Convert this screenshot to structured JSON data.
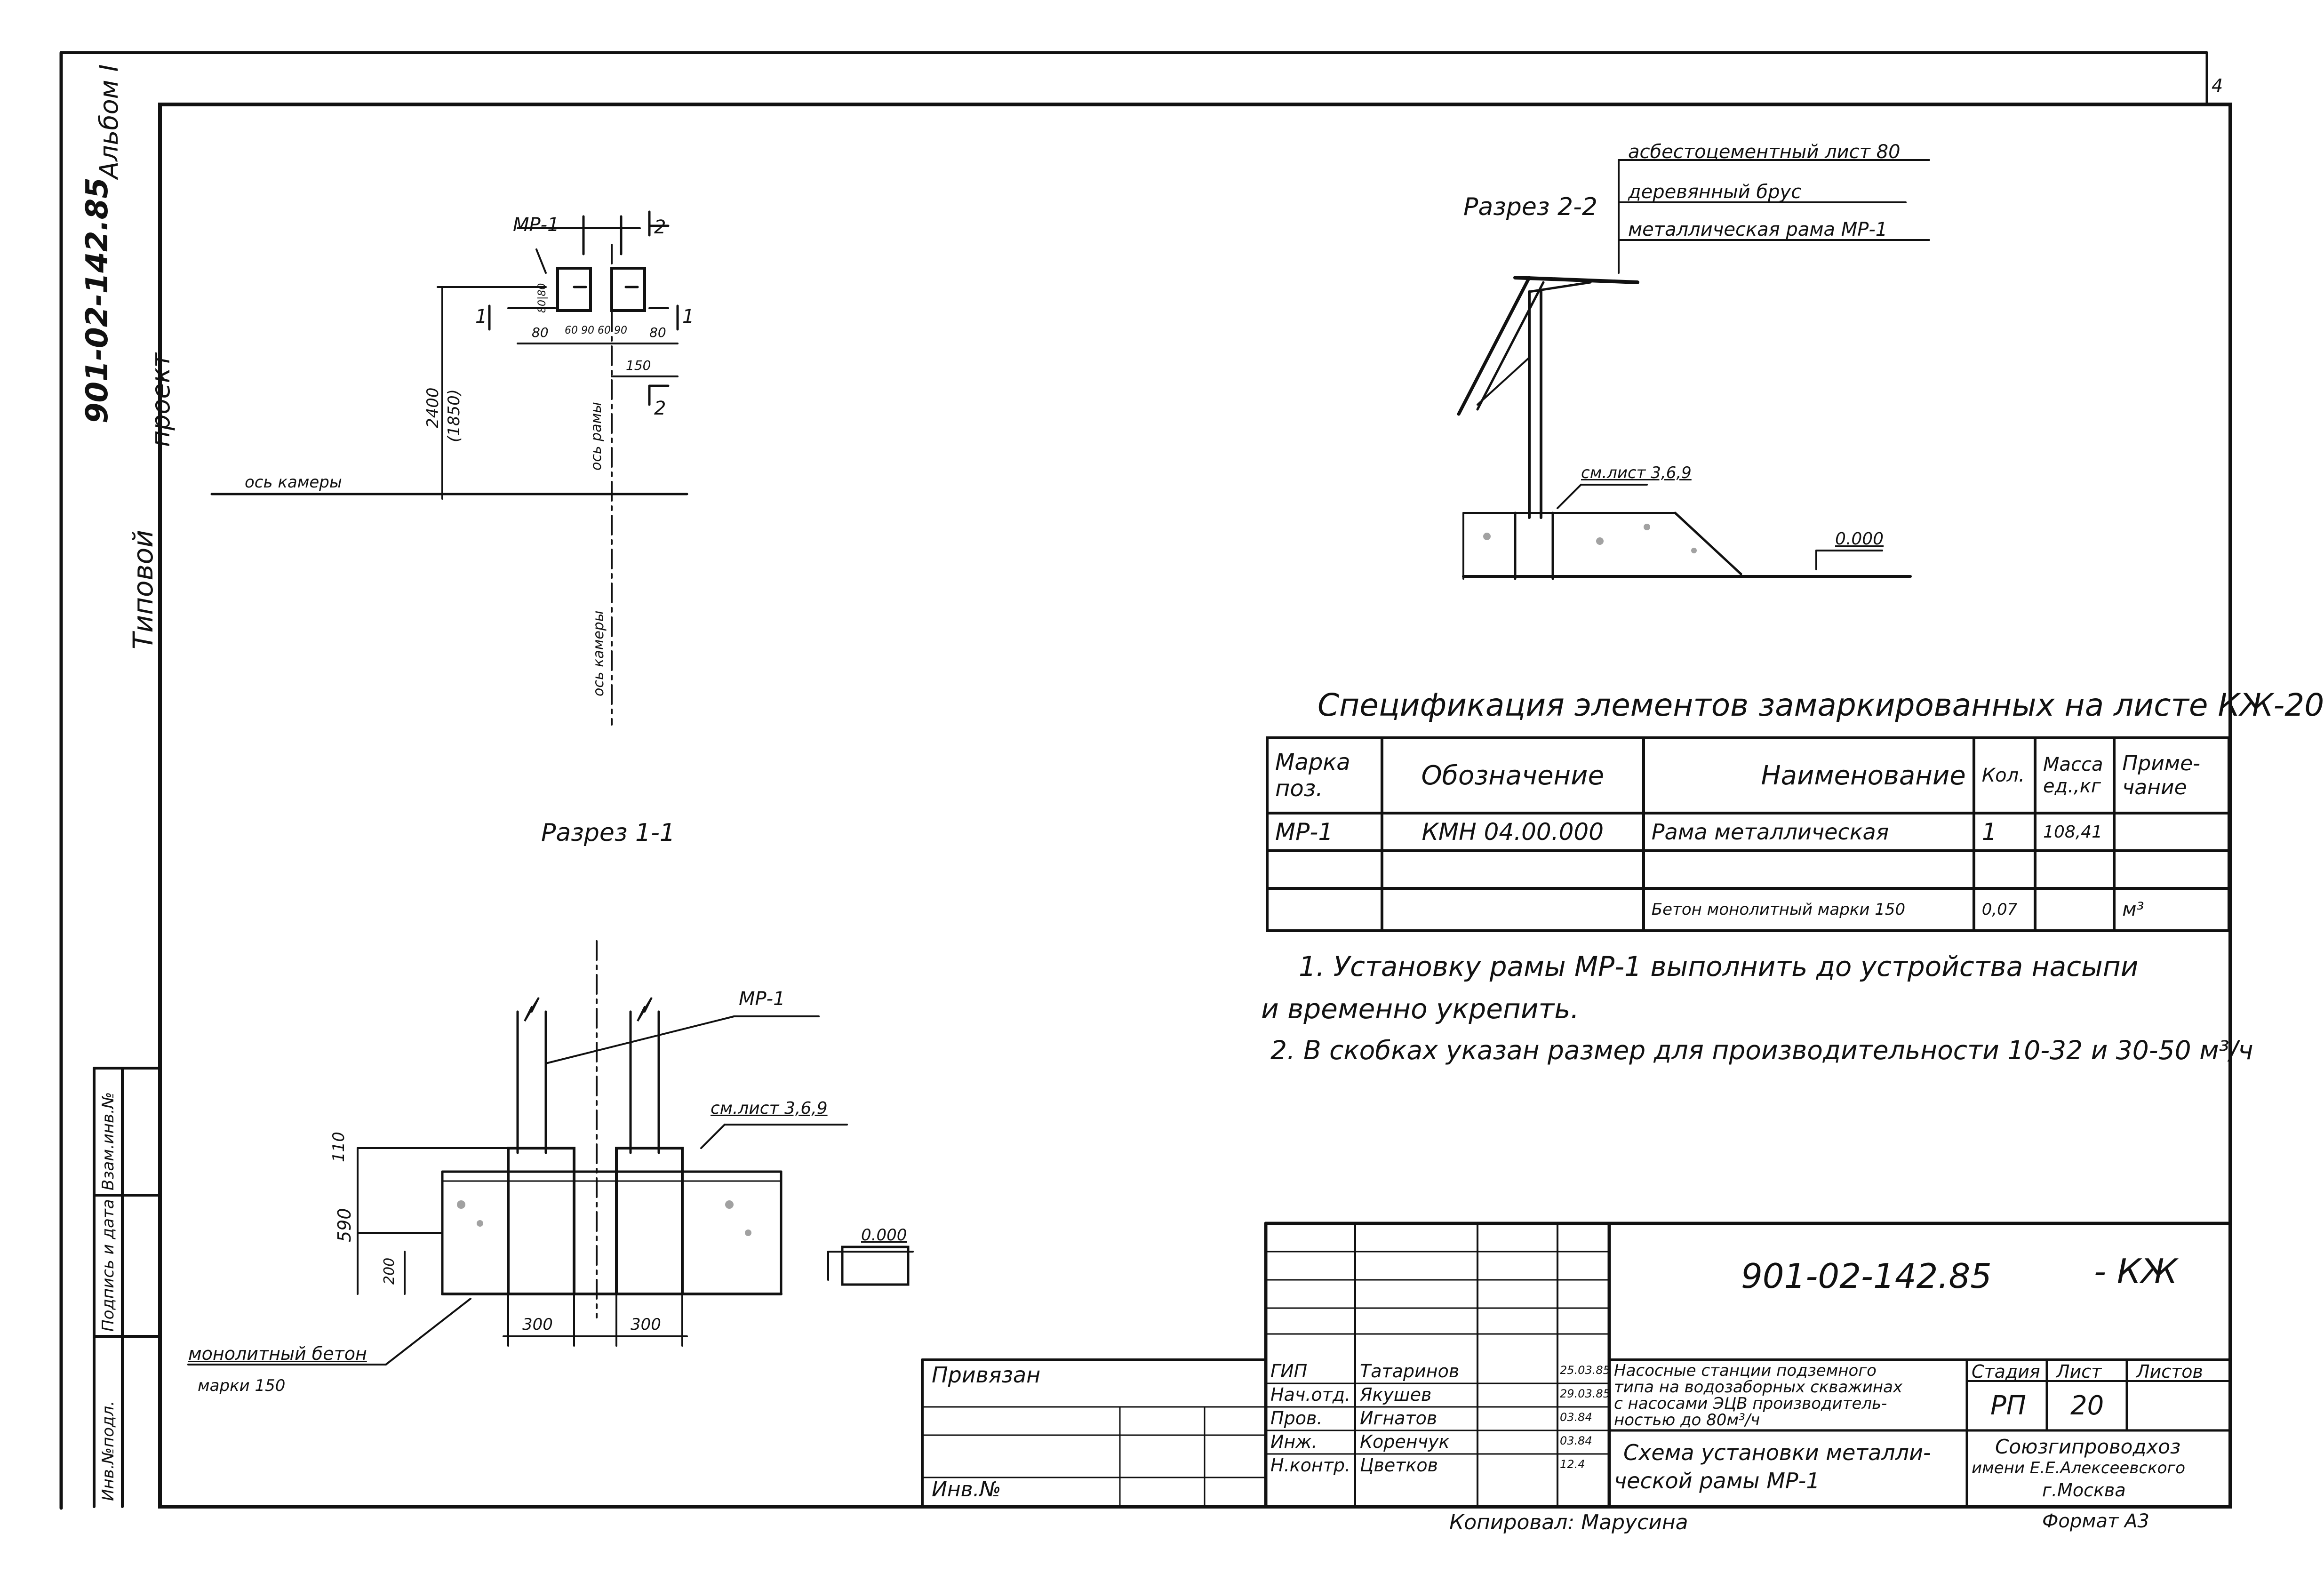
{
  "page_corner_number": "4",
  "side_stamp": {
    "line1": "Типовой проект",
    "line1a": "Типовой",
    "line1b": "проект",
    "code": "901-02-142.85",
    "album": "Альбом I"
  },
  "side_columns": [
    "Инв.№подл.",
    "Подпись и дата",
    "Взам.инв.№"
  ],
  "plan": {
    "mark": "МР-1",
    "section_mark_1": "1",
    "section_mark_2": "2",
    "dim_2400": "2400",
    "dim_1850": "(1850)",
    "dim_80a": "80",
    "dim_80b": "80",
    "dim_small": "60 90 60 90",
    "dim_150": "150",
    "dim_top": "80|80",
    "axis_chamber_h": "ось камеры",
    "axis_frame": "ось рамы",
    "axis_chamber_v": "ось камеры"
  },
  "section_1_1": {
    "title": "Разрез 1-1",
    "mark": "МР-1",
    "ref": "см.лист 3,6,9",
    "dim_110": "110",
    "dim_590": "590",
    "dim_200": "200",
    "dim_300a": "300",
    "dim_300b": "300",
    "level": "0.000",
    "concrete_label_1": "монолитный бетон",
    "concrete_label_2": "марки 150"
  },
  "section_2_2": {
    "title": "Разрез 2-2",
    "callout_1": "асбестоцементный лист 80",
    "callout_2": "деревянный брус",
    "callout_3": "металлическая рама МР-1",
    "ref": "см.лист 3,6,9",
    "level": "0.000"
  },
  "spec": {
    "title": "Спецификация элементов замаркированных на листе КЖ-20",
    "headers": [
      "Марка поз.",
      "Обозначение",
      "Наименование",
      "Кол.",
      "Масса ед.,кг",
      "Приме-чание"
    ],
    "rows": [
      [
        "МР-1",
        "КМН 04.00.000",
        "Рама металлическая",
        "1",
        "108,41",
        ""
      ],
      [
        "",
        "",
        "",
        "",
        "",
        ""
      ],
      [
        "",
        "",
        "Бетон монолитный марки 150",
        "0,07",
        "",
        "м³"
      ]
    ]
  },
  "notes": [
    "1. Установку рамы МР-1 выполнить до устройства насыпи",
    "и временно укрепить.",
    "2. В скобках указан размер для производительности 10-32 и 30-50 м³/ч"
  ],
  "title_block": {
    "code": "901-02-142.85",
    "sheet_mark": "- КЖ",
    "bound_label": "Привязан",
    "inv_label": "Инв.№",
    "people": [
      {
        "role": "ГИП",
        "name": "Татаринов",
        "date": "25.03.85"
      },
      {
        "role": "Нач.отд.",
        "name": "Якушев",
        "date": "29.03.85"
      },
      {
        "role": "Пров.",
        "name": "Игнатов",
        "date": "03.84"
      },
      {
        "role": "Инж.",
        "name": "Коренчук",
        "date": "03.84"
      },
      {
        "role": "Н.контр.",
        "name": "Цветков",
        "date": "12.4"
      }
    ],
    "project_title": "Насосные станции подземного типа на водозаборных скважинах с насосами ЭЦВ производительностью до 80м³/ч",
    "project_title_lines": [
      "Насосные станции подземного",
      "типа на водозаборных скважинах",
      "с насосами ЭЦВ производитель-",
      "ностью до 80м³/ч"
    ],
    "stage_header": "Стадия",
    "sheet_header": "Лист",
    "sheets_header": "Листов",
    "stage": "РП",
    "sheet": "20",
    "sheets": "",
    "drawing_title_1": "Схема установки металли-",
    "drawing_title_2": "ческой рамы МР-1",
    "org_1": "Союзгипроводхоз",
    "org_2": "имени Е.Е.Алексеевского",
    "org_3": "г.Москва"
  },
  "footer": {
    "copied": "Копировал: Марусина",
    "format": "Формат А3"
  }
}
